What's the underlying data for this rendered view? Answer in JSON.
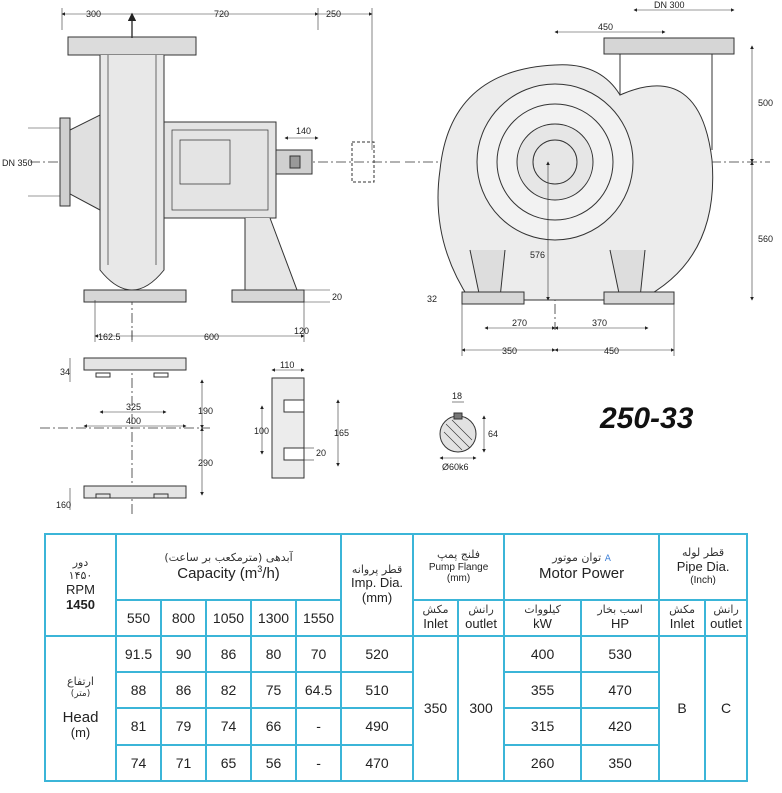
{
  "model": "250-33",
  "dimensions": {
    "side": [
      "300",
      "720",
      "250",
      "140",
      "DN 350",
      "20",
      "162.5",
      "600",
      "120"
    ],
    "front": [
      "DN 300",
      "450",
      "500",
      "560",
      "576",
      "32",
      "270",
      "370",
      "350",
      "450"
    ],
    "foot": [
      "34",
      "325",
      "400",
      "190",
      "290",
      "160"
    ],
    "bracket": [
      "110",
      "100",
      "165",
      "20"
    ],
    "shaft": [
      "18",
      "64",
      "Ø60k6"
    ]
  },
  "table": {
    "rpm_fa": "دور",
    "rpm_fa_value": "۱۴۵۰",
    "rpm_label": "RPM",
    "rpm_value": "1450",
    "capacity_fa": "آبدهی (مترمکعب بر ساعت)",
    "capacity_label": "Capacity (m",
    "capacity_sup": "3",
    "capacity_end": "/h)",
    "capacities": [
      "550",
      "800",
      "1050",
      "1300",
      "1550"
    ],
    "imp_fa": "قطر پروانه",
    "imp_label": "Imp. Dia.",
    "imp_unit": "(mm)",
    "flange_fa": "فلنج پمپ",
    "flange_label": "Pump Flange",
    "flange_unit": "(mm)",
    "inlet_fa": "مکش",
    "inlet_label": "Inlet",
    "outlet_fa": "رانش",
    "outlet_label": "outlet",
    "motor_fa": "توان موتور",
    "motor_mark": "A",
    "motor_label": "Motor Power",
    "kw_fa": "کیلووات",
    "kw_label": "kW",
    "hp_fa": "اسب بخار",
    "hp_label": "HP",
    "pipe_fa": "قطر لوله",
    "pipe_label": "Pipe Dia.",
    "pipe_unit": "(Inch)",
    "head_fa": "ارتفاع",
    "head_fa_unit": "(متر)",
    "head_label": "Head",
    "head_unit": "(m)",
    "flange_inlet": "350",
    "flange_outlet": "300",
    "pipe_inlet": "B",
    "pipe_outlet": "C",
    "rows": [
      {
        "heads": [
          "91.5",
          "90",
          "86",
          "80",
          "70"
        ],
        "imp": "520",
        "kw": "400",
        "hp": "530"
      },
      {
        "heads": [
          "88",
          "86",
          "82",
          "75",
          "64.5"
        ],
        "imp": "510",
        "kw": "355",
        "hp": "470"
      },
      {
        "heads": [
          "81",
          "79",
          "74",
          "66",
          "-"
        ],
        "imp": "490",
        "kw": "315",
        "hp": "420"
      },
      {
        "heads": [
          "74",
          "71",
          "65",
          "56",
          "-"
        ],
        "imp": "470",
        "kw": "260",
        "hp": "350"
      }
    ]
  }
}
